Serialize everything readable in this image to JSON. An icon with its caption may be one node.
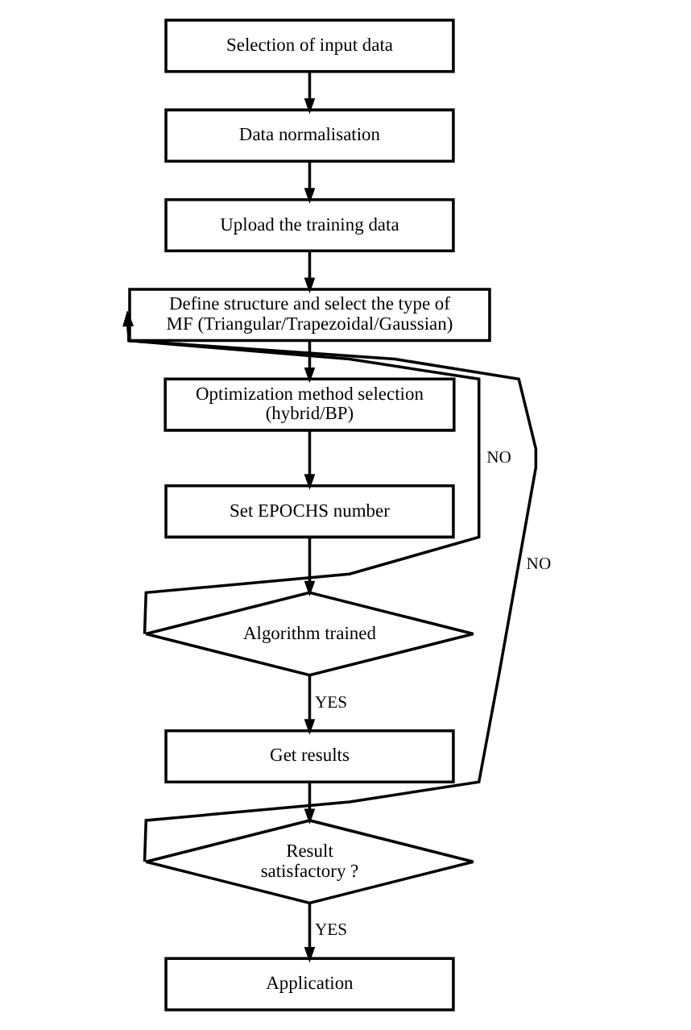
{
  "diagram": {
    "nodes": [
      {
        "text": [
          "Selection of input data"
        ]
      },
      {
        "text": [
          "Data normalisation"
        ]
      },
      {
        "text": [
          "Upload the training data"
        ]
      },
      {
        "text": [
          "Define structure and select the type of MF (Triangular/Trapezoidal/Gaussian)"
        ]
      },
      {
        "text": [
          "Optimization method selection (hybrid/BP)"
        ]
      },
      {
        "text": [
          "Set EPOCHS number"
        ]
      },
      {
        "text": [
          "Algorithm trained"
        ]
      },
      {
        "text": [
          "Get results"
        ]
      },
      {
        "text": [
          "Result satisfactory ?"
        ]
      },
      {
        "text": [
          "Application"
        ]
      }
    ],
    "edges": [
      {
        "from": 0,
        "to": 1,
        "arrow": "to"
      },
      {
        "from": 1,
        "to": 2,
        "arrow": "to"
      },
      {
        "from": 2,
        "to": 3,
        "arrow": "to"
      },
      {
        "from": 3,
        "to": 4,
        "arrow": "to"
      },
      {
        "from": 4,
        "to": 5,
        "arrow": "to"
      },
      {
        "from": 5,
        "to": 6,
        "arrow": "to"
      },
      {
        "from": 6,
        "to": 3,
        "arrow": "to",
        "label": "NO"
      },
      {
        "from": 6,
        "to": 7,
        "arrow": "to",
        "label": "YES"
      },
      {
        "from": 7,
        "to": 8,
        "arrow": "to"
      },
      {
        "from": 8,
        "to": 3,
        "arrow": "to",
        "label": "NO"
      },
      {
        "from": 8,
        "to": 9,
        "arrow": "to",
        "label": "YES"
      }
    ]
  }
}
